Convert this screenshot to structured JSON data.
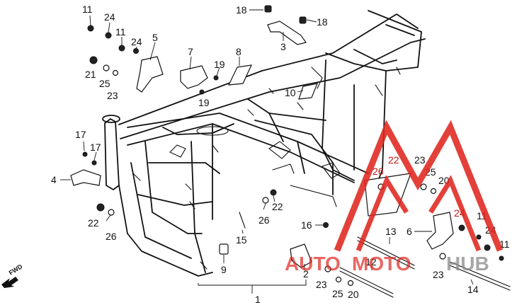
{
  "diagram": {
    "labels": {
      "p1": "1",
      "p2": "2",
      "p3": "3",
      "p4": "4",
      "p5": "5",
      "p6": "6",
      "p7": "7",
      "p8": "8",
      "p9": "9",
      "p10": "10",
      "p11a": "11",
      "p11b": "11",
      "p11c": "11",
      "p11d": "11",
      "p12": "12",
      "p13": "13",
      "p14": "14",
      "p15": "15",
      "p16": "16",
      "p17a": "17",
      "p17b": "17",
      "p18a": "18",
      "p18b": "18",
      "p19a": "19",
      "p19b": "19",
      "p20a": "20",
      "p20b": "20",
      "p21": "21",
      "p22a": "22",
      "p22b": "22",
      "p22c": "22",
      "p23a": "23",
      "p23b": "23",
      "p23c": "23",
      "p23d": "23",
      "p24a": "24",
      "p24b": "24",
      "p24c": "24",
      "p24d": "24",
      "p25a": "25",
      "p25b": "25",
      "p25c": "25",
      "p26a": "26",
      "p26b": "26",
      "p26c": "26"
    },
    "fwd_label": "FWD",
    "watermark": {
      "text_auto": "AUTO",
      "text_moto": "MOTO",
      "text_hub": "HUB",
      "color_red": "#e0261f",
      "color_gray": "#8a8a8a"
    }
  }
}
